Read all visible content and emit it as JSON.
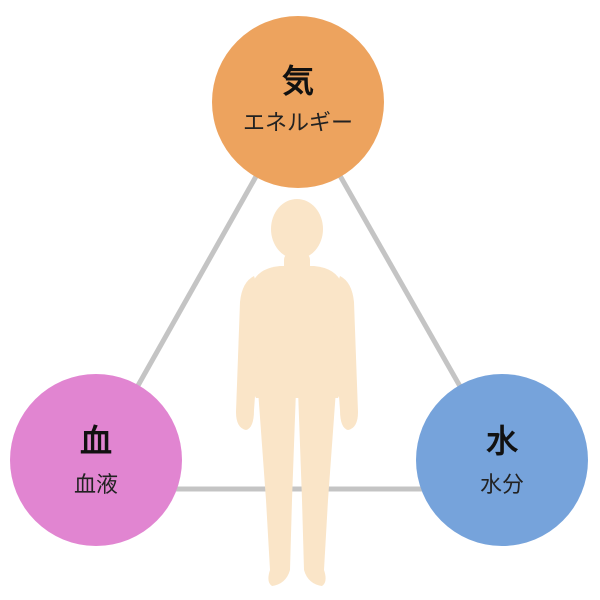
{
  "colors": {
    "ki": "#EDA35E",
    "ketsu": "#E185D1",
    "sui": "#76A3DB",
    "connector": "#C4C4C4",
    "figure": "#FAE5C8"
  },
  "nodes": {
    "ki": {
      "title": "気",
      "subtitle": "エネルギー"
    },
    "ketsu": {
      "title": "血",
      "subtitle": "血液"
    },
    "sui": {
      "title": "水",
      "subtitle": "水分"
    }
  }
}
